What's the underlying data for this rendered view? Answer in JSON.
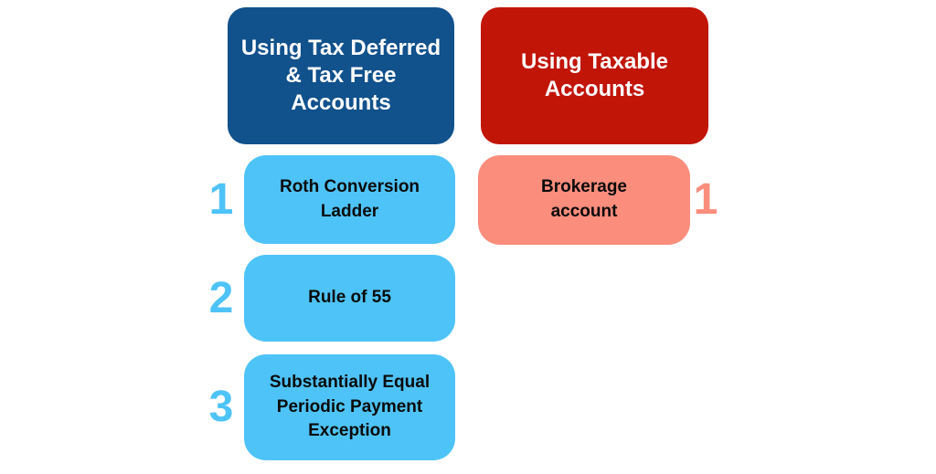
{
  "diagram": {
    "left_column": {
      "header_label": "Using Tax Deferred\n& Tax Free\nAccounts",
      "items": [
        {
          "number": "1",
          "label": "Roth Conversion\nLadder"
        },
        {
          "number": "2",
          "label": "Rule of 55"
        },
        {
          "number": "3",
          "label": "Substantially Equal\nPeriodic Payment\nException"
        }
      ]
    },
    "right_column": {
      "header_label": "Using Taxable\nAccounts",
      "items": [
        {
          "number": "1",
          "label": "Brokerage\naccount"
        }
      ]
    },
    "colors": {
      "header_left_bg": "#11518c",
      "header_right_bg": "#c11508",
      "header_text": "#ffffff",
      "item_left_bg": "#4ec3f8",
      "item_right_bg": "#fb8d7d",
      "item_text": "#0a0a0a",
      "number_left": "#4ec3f8",
      "number_right": "#fb8d7d"
    }
  }
}
